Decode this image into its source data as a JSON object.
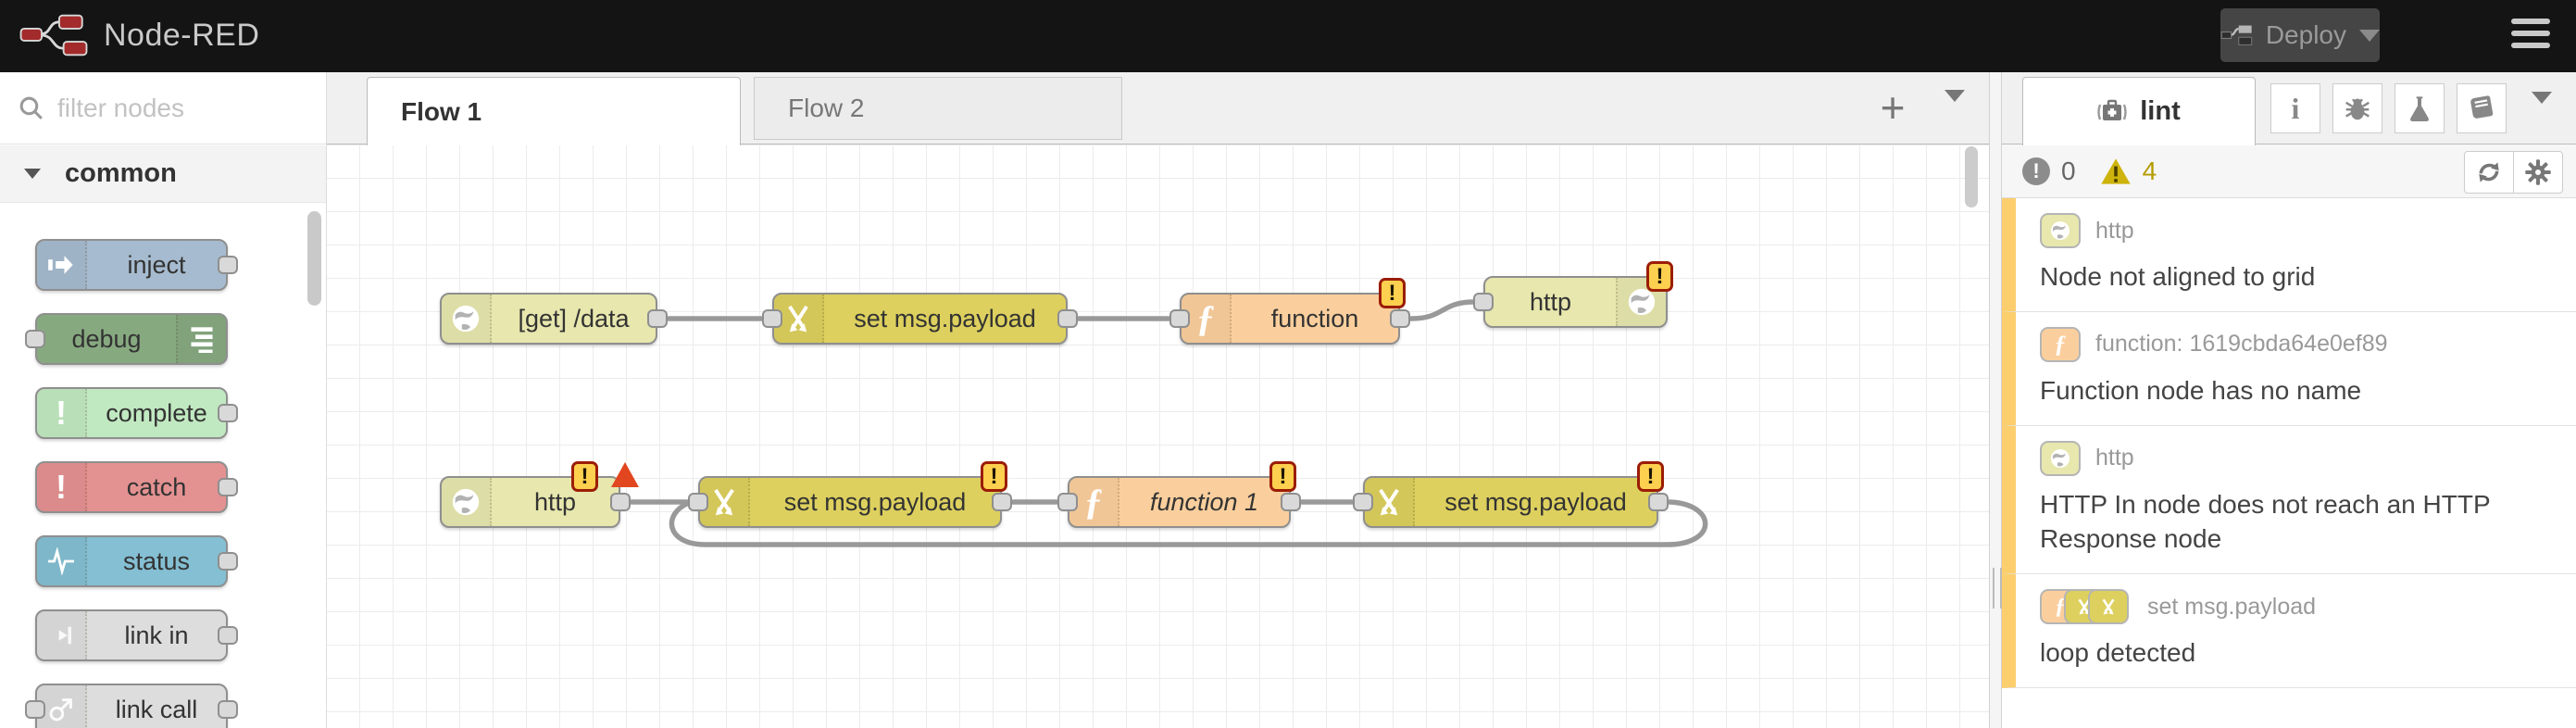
{
  "header": {
    "app_title": "Node-RED",
    "deploy_label": "Deploy"
  },
  "palette": {
    "filter_placeholder": "filter nodes",
    "category_label": "common",
    "nodes": [
      {
        "label": "inject",
        "color": "#a6bbcf",
        "icon": "inject-arrow-icon",
        "ports": "out"
      },
      {
        "label": "debug",
        "color": "#87a980",
        "icon": "debug-list-icon",
        "ports": "in"
      },
      {
        "label": "complete",
        "color": "#c1e9c1",
        "icon": "exclamation-icon",
        "ports": "out"
      },
      {
        "label": "catch",
        "color": "#e49191",
        "icon": "exclamation-icon",
        "ports": "out"
      },
      {
        "label": "status",
        "color": "#84bfd3",
        "icon": "pulse-icon",
        "ports": "out"
      },
      {
        "label": "link in",
        "color": "#dddddd",
        "icon": "link-in-icon",
        "ports": "out"
      },
      {
        "label": "link call",
        "color": "#dddddd",
        "icon": "link-call-icon",
        "ports": "in-out"
      }
    ]
  },
  "workspace": {
    "tabs": [
      {
        "label": "Flow 1",
        "active": true
      },
      {
        "label": "Flow 2",
        "active": false
      }
    ],
    "nodes": [
      {
        "label": "[get] /data",
        "type": "http in",
        "color": "#e7e7ae",
        "warning": false,
        "error": false
      },
      {
        "label": "set msg.payload",
        "type": "change",
        "color": "#ddd05e",
        "warning": false,
        "error": false
      },
      {
        "label": "function",
        "type": "function",
        "color": "#fbcf9d",
        "warning": true,
        "error": false
      },
      {
        "label": "http",
        "type": "http response",
        "color": "#e7e7ae",
        "warning": true,
        "error": false
      },
      {
        "label": "http",
        "type": "http in",
        "color": "#e7e7ae",
        "warning": true,
        "error": true
      },
      {
        "label": "set msg.payload",
        "type": "change",
        "color": "#ddd05e",
        "warning": true,
        "error": false
      },
      {
        "label": "function 1",
        "type": "function",
        "color": "#fbcf9d",
        "warning": true,
        "error": false
      },
      {
        "label": "set msg.payload",
        "type": "change",
        "color": "#ddd05e",
        "warning": true,
        "error": false
      }
    ]
  },
  "sidebar": {
    "tab_label": "lint",
    "error_count": "0",
    "warning_count": "4",
    "issues": [
      {
        "node_label": "http",
        "message": "Node not aligned to grid"
      },
      {
        "node_label": "function: 1619cbda64e0ef89",
        "message": "Function node has no name"
      },
      {
        "node_label": "http",
        "message": "HTTP In node does not reach an HTTP Response node"
      },
      {
        "node_label": "set msg.payload",
        "message": "loop detected"
      }
    ]
  },
  "glyphs": {
    "exclamation": "!",
    "plus": "+",
    "function": "ƒ",
    "info": "i"
  },
  "colors": {
    "warning_border": "#fcce6d",
    "badge_fill": "#fdd04f",
    "badge_border": "#9b1d06",
    "error_triangle": "#e1461f",
    "warning_triangle": "#cdb30b",
    "wire": "#999999"
  }
}
